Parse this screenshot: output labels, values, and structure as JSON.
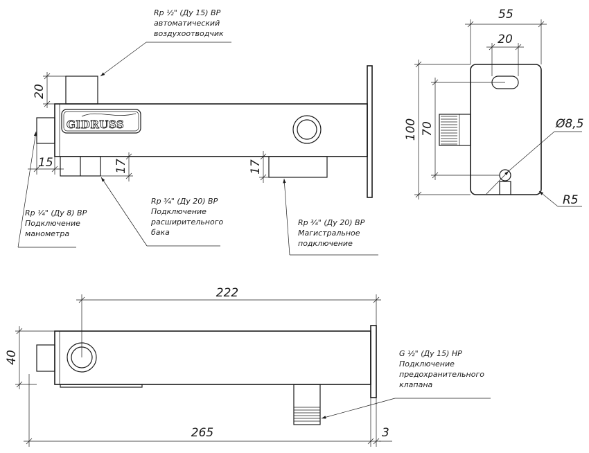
{
  "brand": {
    "logo_text": "GIDRUSS"
  },
  "dimensions": {
    "top_view": {
      "port_height": "20",
      "gauge_offset": "15",
      "exp_height": "17",
      "main_height": "17"
    },
    "side_view": {
      "width": "55",
      "slot": "20",
      "height": "100",
      "hole_spacing": "70",
      "hole_dia": "Ø8,5",
      "radius": "R5"
    },
    "bottom_view": {
      "length": "222",
      "total_length": "265",
      "height": "40",
      "flange": "3"
    }
  },
  "callouts": {
    "air_vent": [
      "Rp ½\" (Ду 15) ВР",
      "автоматический",
      "воздухоотводчик"
    ],
    "gauge": [
      "Rp ¼\" (Ду 8) ВР",
      "Подключение",
      "манометра"
    ],
    "expansion": [
      "Rp ¾\" (Ду 20) ВР",
      "Подключение",
      "расширительного",
      "бака"
    ],
    "mainline": [
      "Rp ¾\" (Ду 20) ВР",
      "Магистральное",
      "подключение"
    ],
    "safety_valve": [
      "G ½\" (Ду 15) НР",
      "Подключение",
      "предохранительного",
      "клапана"
    ]
  }
}
